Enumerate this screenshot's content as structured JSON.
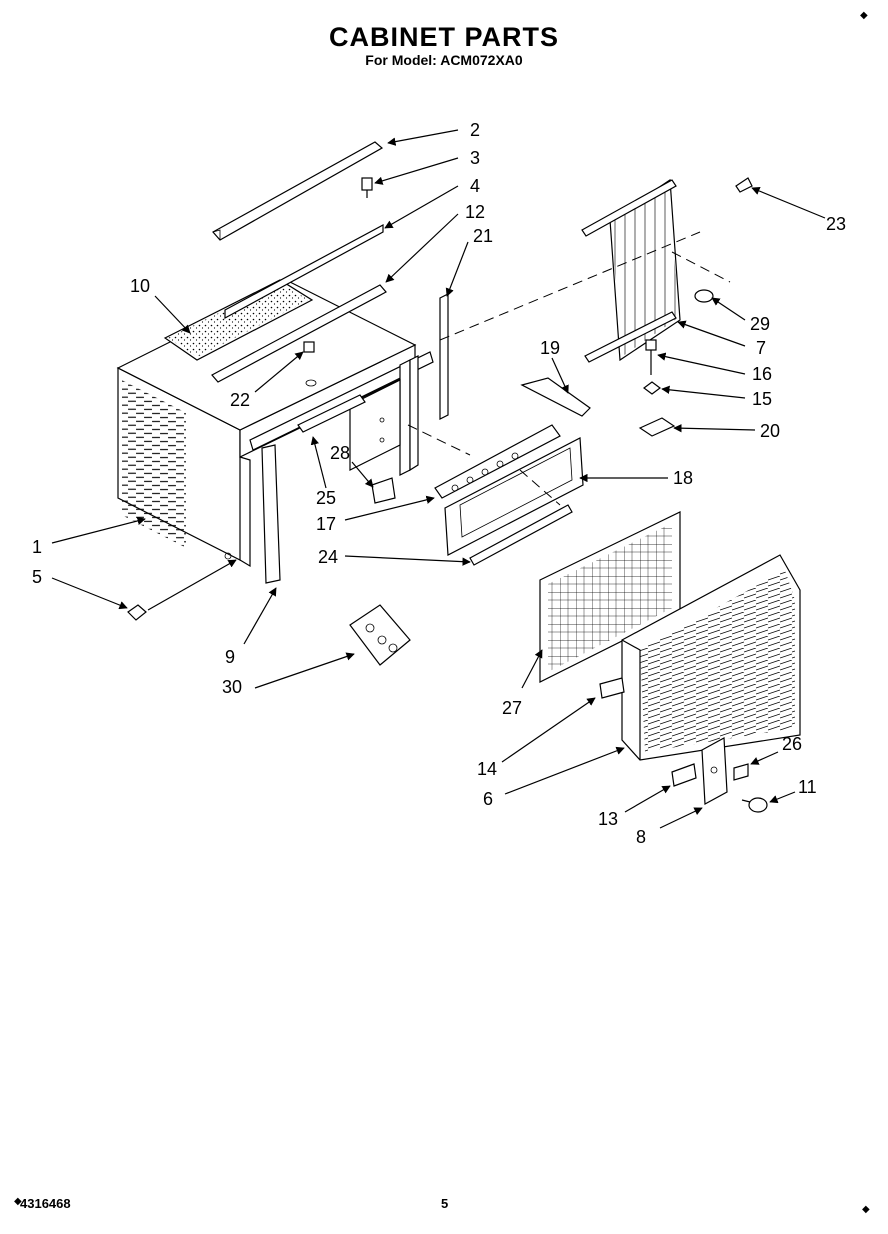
{
  "header": {
    "title": "CABINET PARTS",
    "subtitle": "For Model: ACM072XA0"
  },
  "footer": {
    "code": "4316468",
    "page": "5"
  },
  "corner_marks": {
    "symbol": "◆"
  },
  "callouts": [
    {
      "id": "c1",
      "num": "1"
    },
    {
      "id": "c2",
      "num": "2"
    },
    {
      "id": "c3",
      "num": "3"
    },
    {
      "id": "c4",
      "num": "4"
    },
    {
      "id": "c5",
      "num": "5"
    },
    {
      "id": "c6",
      "num": "6"
    },
    {
      "id": "c7",
      "num": "7"
    },
    {
      "id": "c8",
      "num": "8"
    },
    {
      "id": "c9",
      "num": "9"
    },
    {
      "id": "c10",
      "num": "10"
    },
    {
      "id": "c11",
      "num": "11"
    },
    {
      "id": "c12",
      "num": "12"
    },
    {
      "id": "c13",
      "num": "13"
    },
    {
      "id": "c14",
      "num": "14"
    },
    {
      "id": "c15",
      "num": "15"
    },
    {
      "id": "c16",
      "num": "16"
    },
    {
      "id": "c17",
      "num": "17"
    },
    {
      "id": "c18",
      "num": "18"
    },
    {
      "id": "c19",
      "num": "19"
    },
    {
      "id": "c20",
      "num": "20"
    },
    {
      "id": "c21",
      "num": "21"
    },
    {
      "id": "c22",
      "num": "22"
    },
    {
      "id": "c23",
      "num": "23"
    },
    {
      "id": "c24",
      "num": "24"
    },
    {
      "id": "c25",
      "num": "25"
    },
    {
      "id": "c26",
      "num": "26"
    },
    {
      "id": "c27",
      "num": "27"
    },
    {
      "id": "c28",
      "num": "28"
    },
    {
      "id": "c29",
      "num": "29"
    },
    {
      "id": "c30",
      "num": "30"
    }
  ]
}
